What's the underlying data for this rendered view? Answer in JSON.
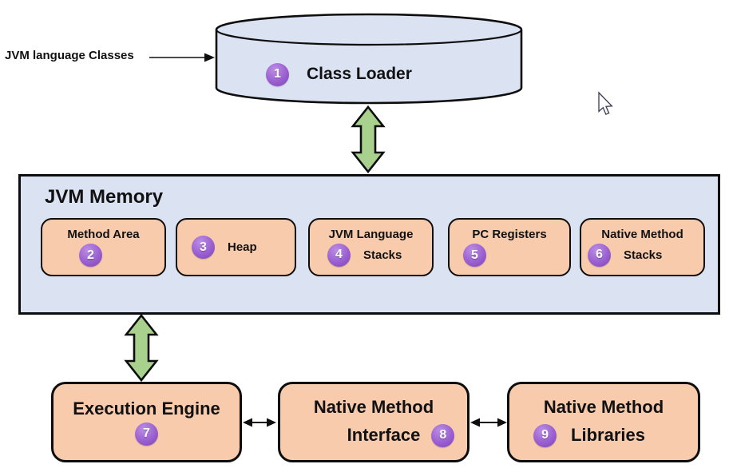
{
  "colors": {
    "background": "#ffffff",
    "panel-lavender": "#dbe3f3",
    "box-orange": "#f8cbad",
    "arrow-green": "#a9d18e",
    "badge-hi": "#bb8ee4",
    "badge-mid": "#9a5fd0",
    "badge-lo": "#7d43b6",
    "ink": "#111111"
  },
  "annotation": {
    "label": "JVM language Classes"
  },
  "class_loader": {
    "badge": "1",
    "label": "Class Loader"
  },
  "jvm_memory": {
    "title": "JVM Memory",
    "boxes": [
      {
        "label": "Method Area",
        "badge": "2"
      },
      {
        "label": "Heap",
        "badge": "3"
      },
      {
        "line1": "JVM Language",
        "line2": "Stacks",
        "badge": "4"
      },
      {
        "label": "PC Registers",
        "badge": "5"
      },
      {
        "line1": "Native Method",
        "line2": "Stacks",
        "badge": "6"
      }
    ]
  },
  "bottom_row": {
    "execution_engine": {
      "label": "Execution Engine",
      "badge": "7"
    },
    "native_method_interface": {
      "line1": "Native Method",
      "line2": "Interface",
      "badge": "8"
    },
    "native_method_libraries": {
      "line1": "Native Method",
      "line2": "Libraries",
      "badge": "9"
    }
  }
}
